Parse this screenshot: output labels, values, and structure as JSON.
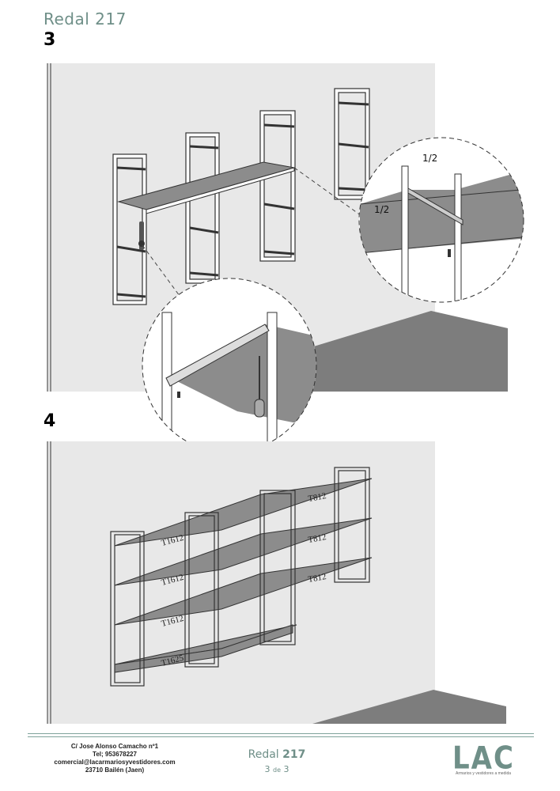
{
  "header": {
    "title": "Redal  217"
  },
  "steps": [
    {
      "number": "3"
    },
    {
      "number": "4"
    }
  ],
  "detail_labels": {
    "half_a": "1/2",
    "half_b": "1/2"
  },
  "shelf_labels": [
    "T812",
    "T812",
    "T812",
    "T1612",
    "T1612",
    "T1612",
    "T1625"
  ],
  "footer": {
    "address_lines": [
      "C/ Jose Alonso Camacho nº1",
      "Tel; 953678227",
      "comercial@lacarmariosyvestidores.com",
      "23710 Bailén (Jaen)"
    ],
    "doc_name": "Redal",
    "doc_code": "217",
    "page_current": "3",
    "page_sep": "de",
    "page_total": "3",
    "logo_text": "LAC",
    "logo_tagline": "Armarios y vestidores a medida"
  }
}
